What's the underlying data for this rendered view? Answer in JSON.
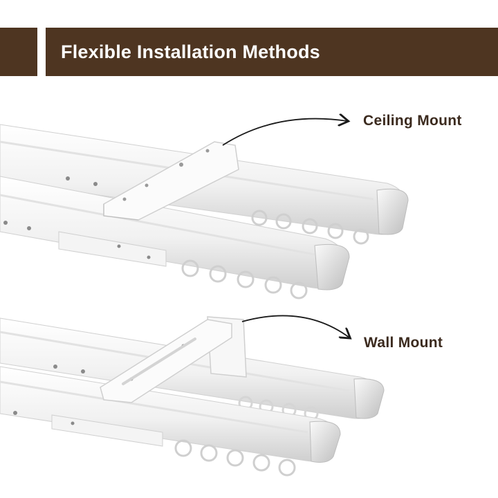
{
  "banner": {
    "title": "Flexible Installation Methods",
    "color": "#4e3521"
  },
  "callouts": {
    "ceiling": "Ceiling Mount",
    "wall": "Wall Mount"
  },
  "colors": {
    "rail": "#f3f3f3",
    "rail_shade": "#d9d9d9",
    "label_text": "#3b2a1e"
  }
}
